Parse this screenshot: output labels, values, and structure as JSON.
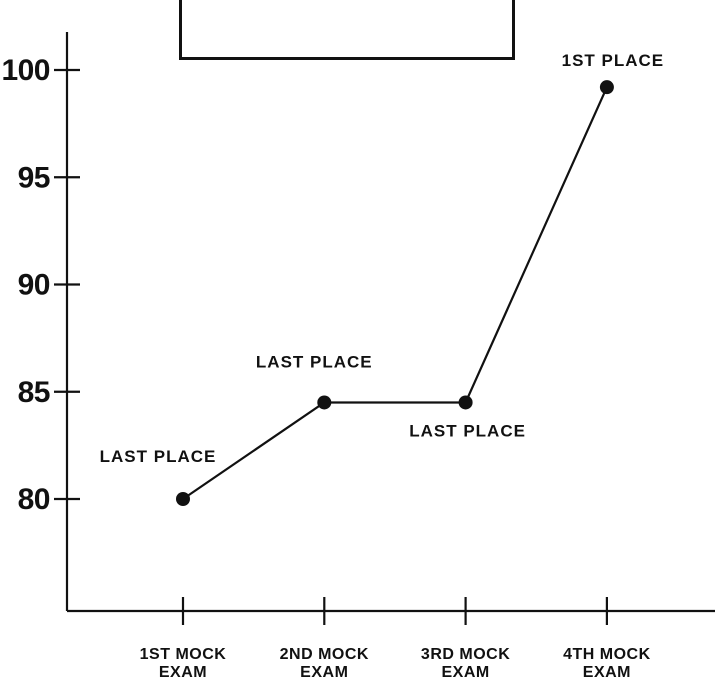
{
  "page": {
    "background": "#ffffff",
    "ink": "#111111"
  },
  "title_box": {
    "text": ""
  },
  "chart_data": {
    "type": "line",
    "title": "",
    "xlabel": "",
    "ylabel": "",
    "grid": false,
    "legend_box": {
      "visible": true,
      "text": "",
      "position": "top-center-cropped"
    },
    "categories": [
      "1ST MOCK EXAM",
      "2ND MOCK EXAM",
      "3RD MOCK EXAM",
      "4TH MOCK EXAM"
    ],
    "category_lines": [
      [
        "1ST MOCK",
        "EXAM"
      ],
      [
        "2ND MOCK",
        "EXAM"
      ],
      [
        "3RD MOCK",
        "EXAM"
      ],
      [
        "4TH MOCK",
        "EXAM"
      ]
    ],
    "values": [
      80,
      84.5,
      84.5,
      99.2
    ],
    "yticks": [
      80,
      85,
      90,
      95,
      100
    ],
    "ylim": [
      74.8,
      101.8
    ],
    "point_labels": [
      {
        "text": "LAST PLACE",
        "dx": -25,
        "dy": -43
      },
      {
        "text": "LAST PLACE",
        "dx": -10,
        "dy": -41
      },
      {
        "text": "LAST PLACE",
        "dx": 2,
        "dy": 28
      },
      {
        "text": "1ST PLACE",
        "dx": 6,
        "dy": -27
      }
    ]
  }
}
